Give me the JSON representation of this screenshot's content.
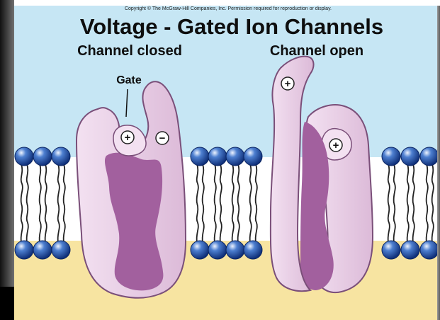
{
  "copyright": "Copyright © The McGraw-Hill Companies, Inc. Permission required for reproduction or display.",
  "title": "Voltage - Gated Ion Channels",
  "closed_label": "Channel closed",
  "open_label": "Channel open",
  "gate_label": "Gate",
  "charges": {
    "closed_positive": "+",
    "closed_negative": "−",
    "open_top_positive": "+",
    "open_inner_positive": "+"
  },
  "colors": {
    "extracellular": "#c6e6f4",
    "intracellular": "#f7e4a1",
    "protein_light": "#f0d9ee",
    "protein_dark": "#9c5b99",
    "phospholipid_head": "#2c5bb0",
    "tail": "#222222",
    "left_shadow": "#3b3b3b",
    "right_shadow": "#6e6e6e"
  }
}
